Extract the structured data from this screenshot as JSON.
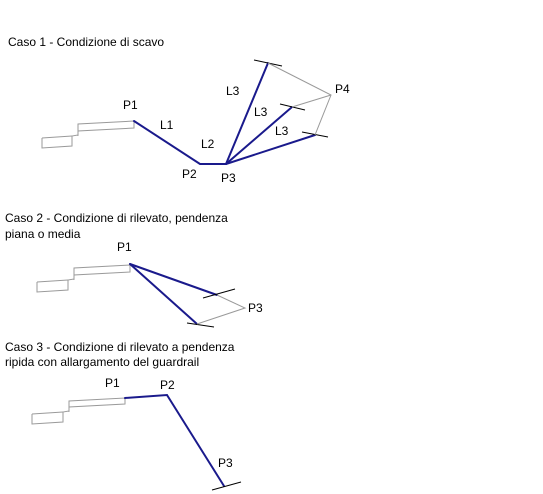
{
  "colors": {
    "line": "#1a1a8c",
    "guide": "#9a9a9a",
    "tick": "#000000"
  },
  "case1": {
    "caption": "Caso 1 - Condizione di scavo",
    "labels": {
      "p1": "P1",
      "p2": "P2",
      "p3": "P3",
      "p4": "P4",
      "l1": "L1",
      "l2": "L2",
      "l3a": "L3",
      "l3b": "L3",
      "l3c": "L3"
    }
  },
  "case2": {
    "caption_line1": "Caso 2 - Condizione di rilevato, pendenza",
    "caption_line2": "piana o media",
    "labels": {
      "p1": "P1",
      "p3": "P3"
    }
  },
  "case3": {
    "caption_line1": "Caso 3 - Condizione di rilevato a pendenza",
    "caption_line2": "ripida con allargamento del guardrail",
    "labels": {
      "p1": "P1",
      "p2": "P2",
      "p3": "P3"
    }
  }
}
